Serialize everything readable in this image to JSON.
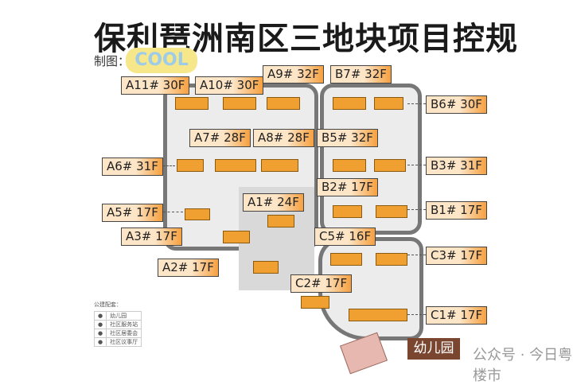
{
  "title": "保利琶洲南区三地块项目控规",
  "credit": "制图：",
  "logo": "COOL",
  "labels": [
    "A11# 30F",
    "A10# 30F",
    "A9# 32F",
    "B7# 32F",
    "B6# 30F",
    "A7# 28F",
    "A8# 28F",
    "B5# 32F",
    "A6# 31F",
    "B3# 31F",
    "B2# 17F",
    "A1# 24F",
    "B1# 17F",
    "A5# 17F",
    "A3# 17F",
    "C5# 16F",
    "C3# 17F",
    "A2# 17F",
    "C2# 17F",
    "C1# 17F"
  ],
  "kindergarten": "幼儿园",
  "watermark": "公众号 · 今日粤楼市",
  "legend": {
    "heading": "公建配套：",
    "items": [
      "幼儿园",
      "社区服务站",
      "社区居委会",
      "社区议事厅"
    ]
  }
}
